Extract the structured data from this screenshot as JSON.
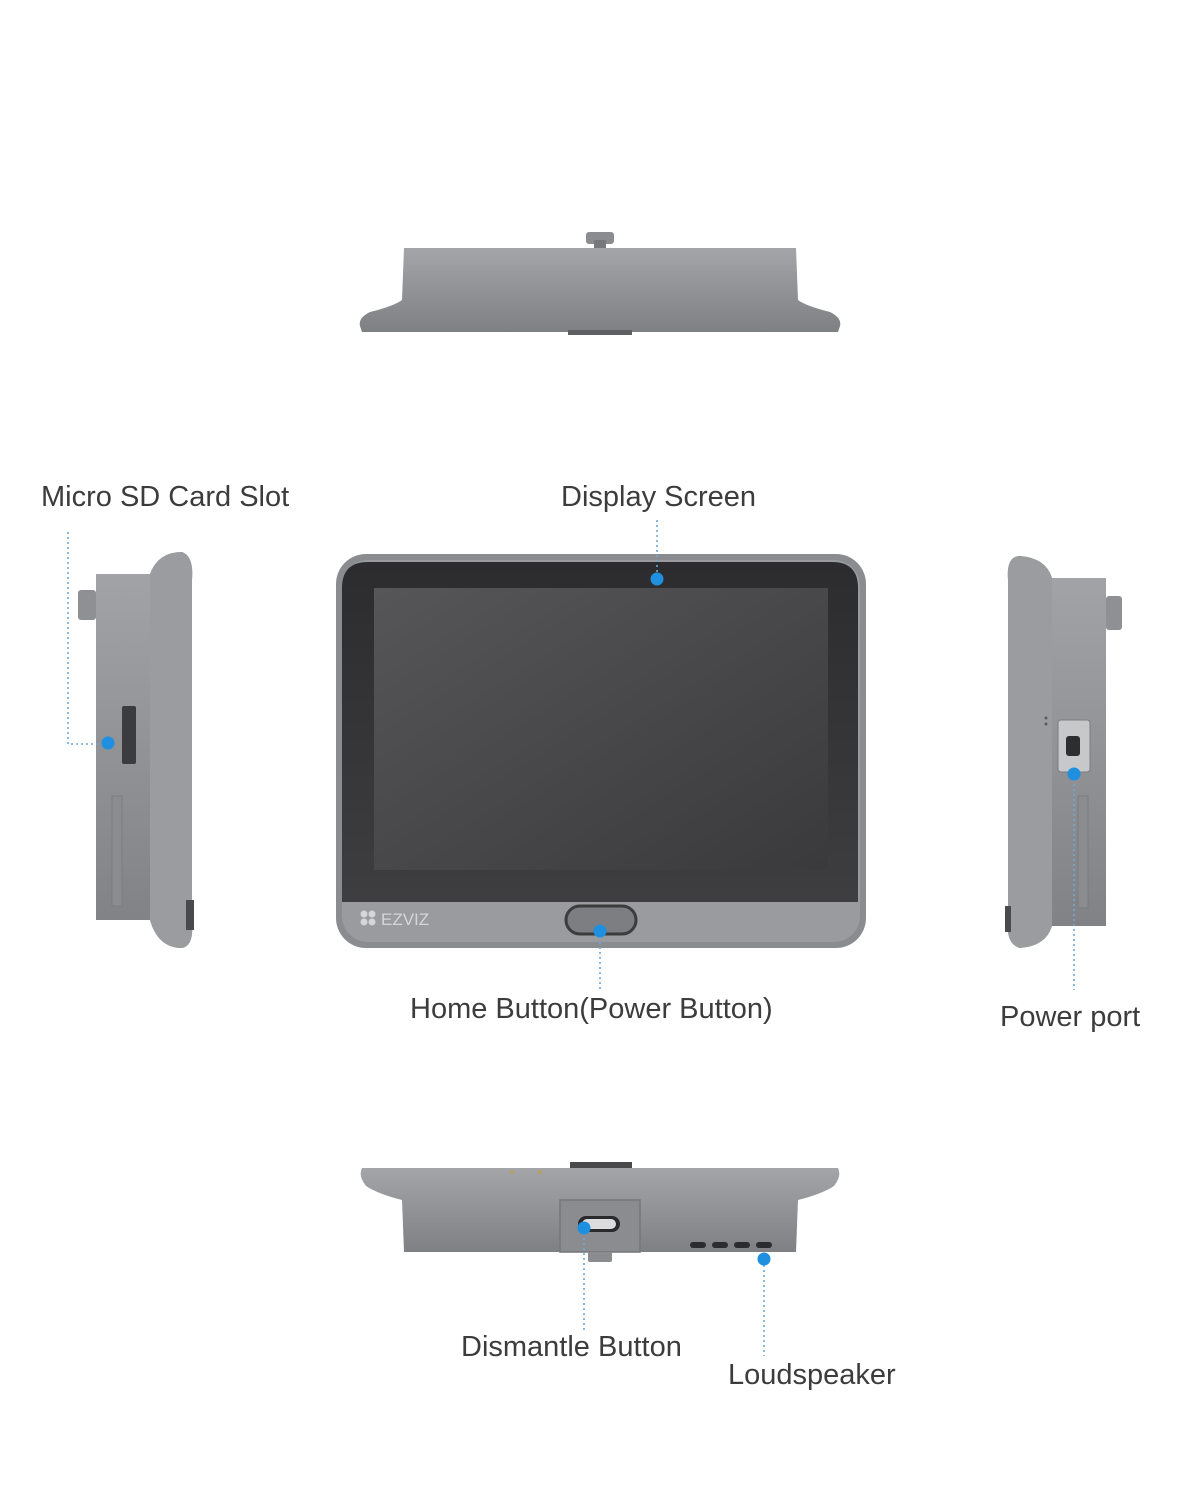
{
  "brand": "EZVIZ",
  "colors": {
    "accent_dot": "#1f8fe0",
    "leader_line": "#6ea8d8",
    "body": "#8e9093",
    "body_dark": "#6d7074",
    "screen": "#4a4a4c",
    "label_text": "#3c3c3c"
  },
  "labels": {
    "micro_sd": "Micro SD Card Slot",
    "display_screen": "Display Screen",
    "home_button": "Home Button(Power Button)",
    "power_port": "Power port",
    "dismantle_button": "Dismantle Button",
    "loudspeaker": "Loudspeaker"
  }
}
